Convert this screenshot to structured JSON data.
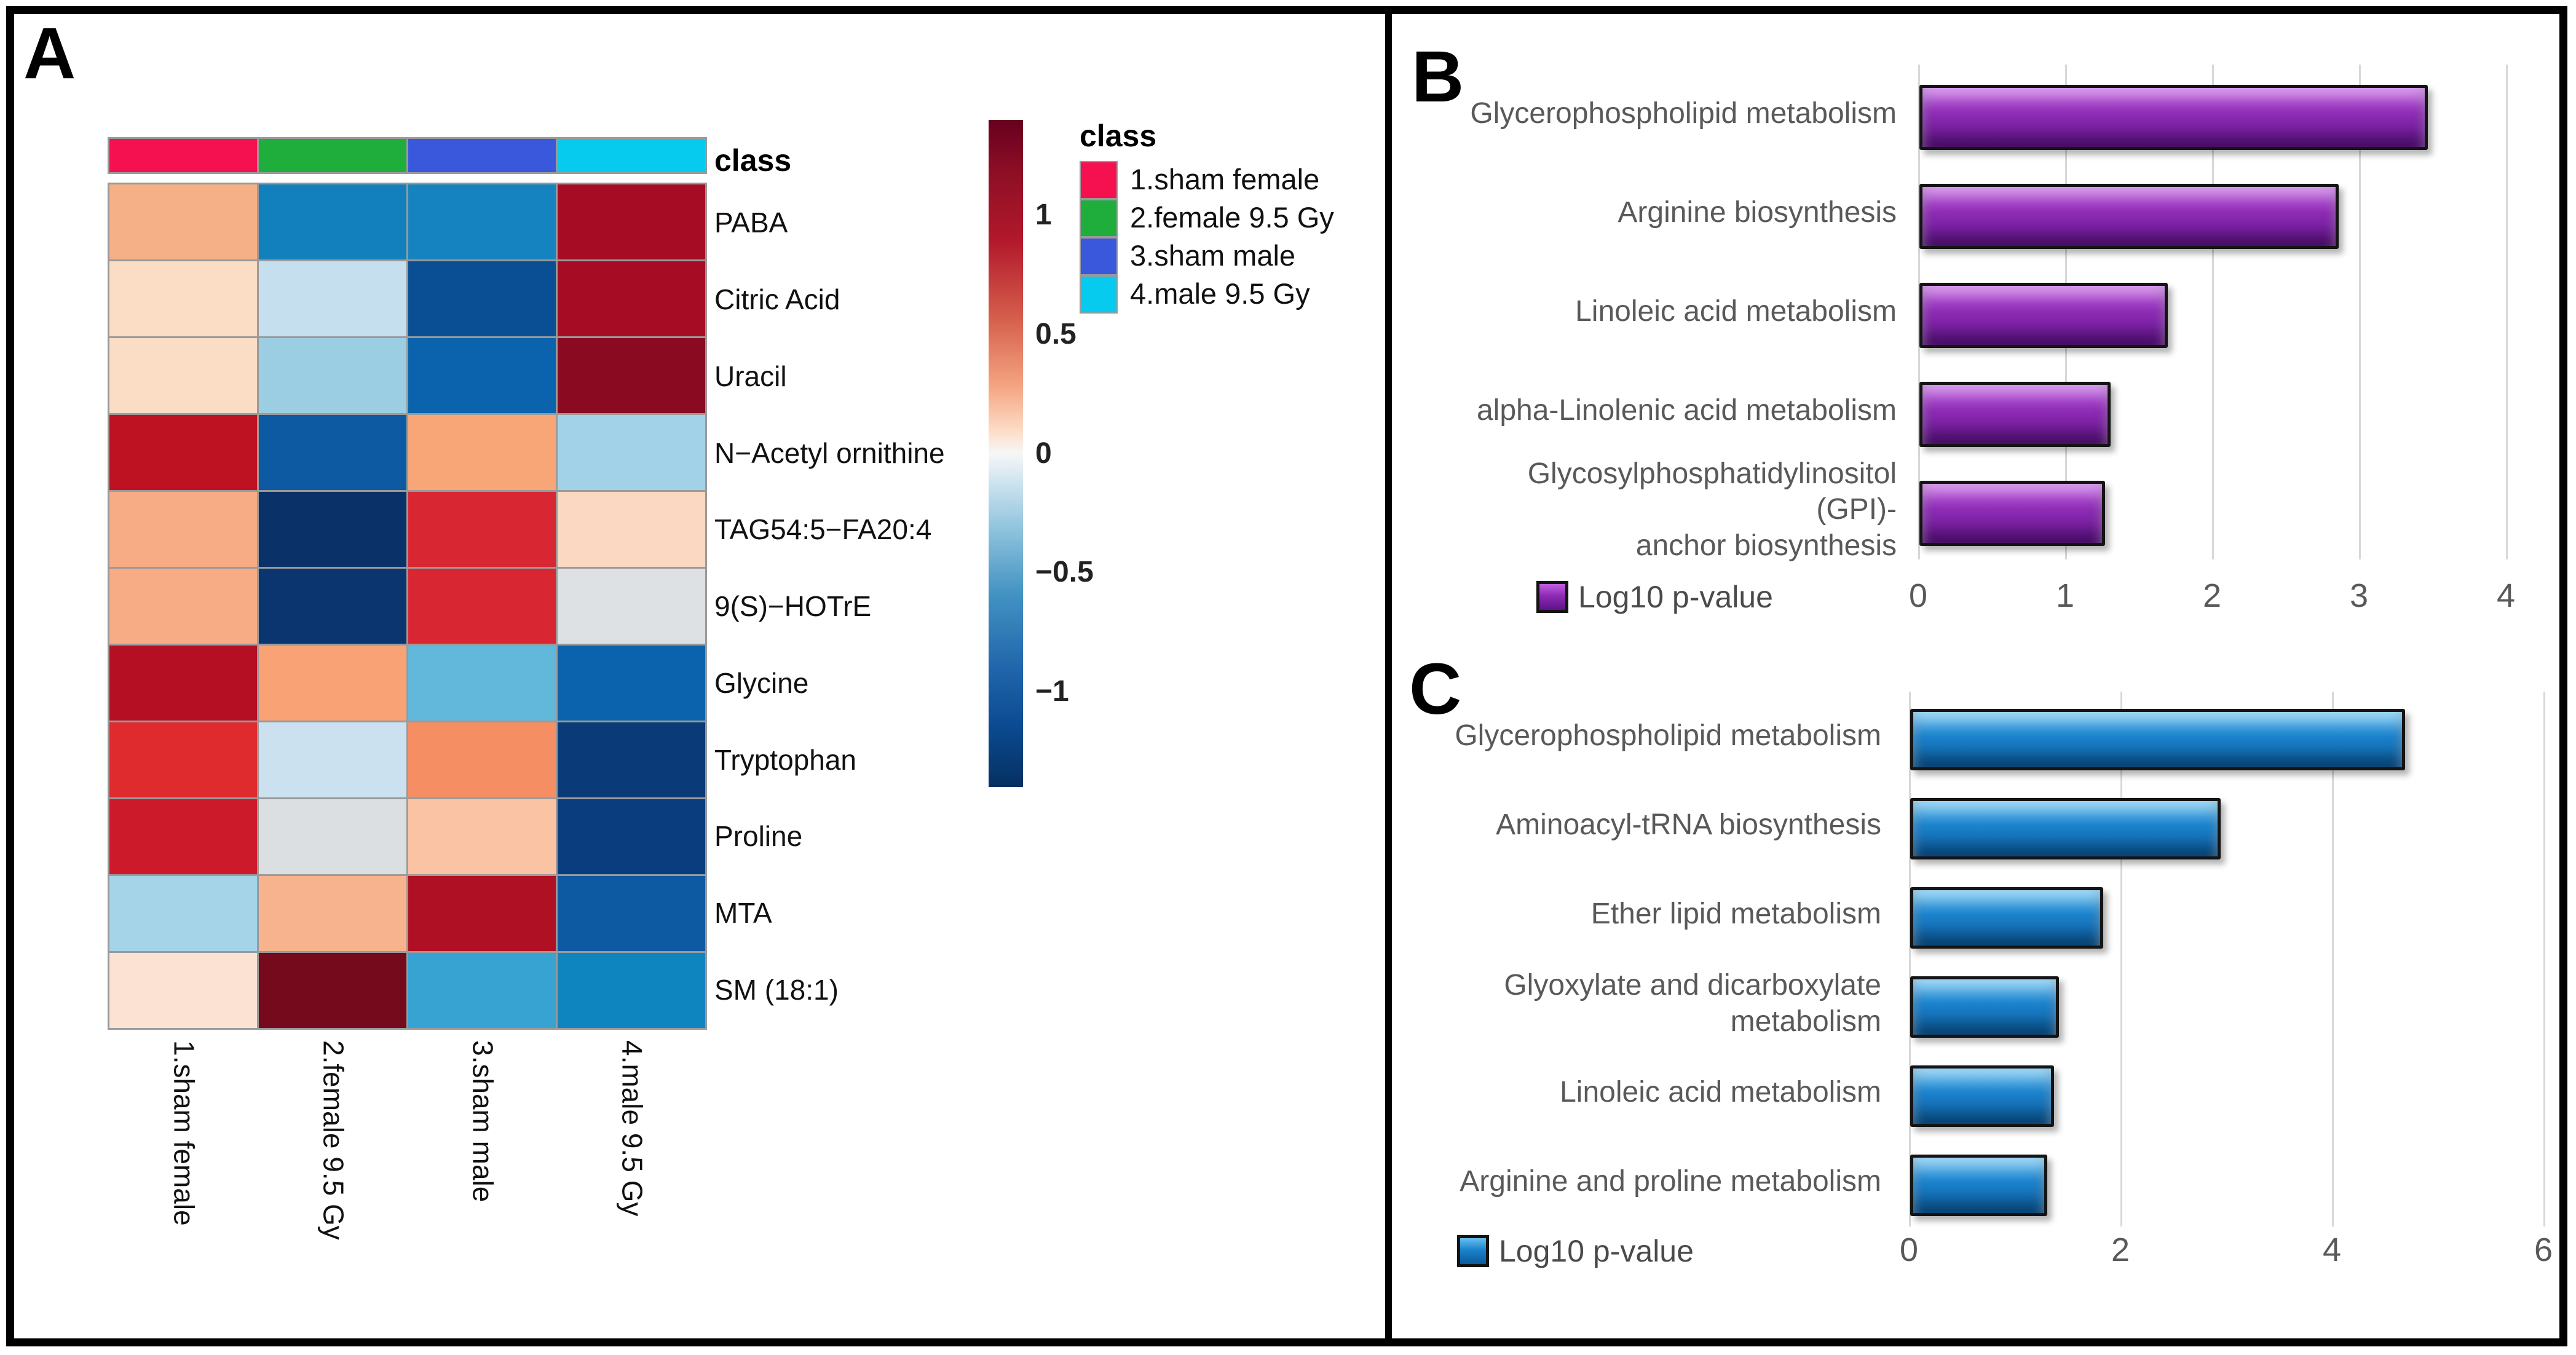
{
  "figure": {
    "panel_a_label": "A",
    "panel_b_label": "B",
    "panel_c_label": "C"
  },
  "chart_data": [
    {
      "type": "heatmap",
      "panel": "A",
      "annotation_title": "class",
      "columns": [
        "1.sham female",
        "2.female 9.5 Gy",
        "3.sham male",
        "4.male 9.5 Gy"
      ],
      "column_class_colors": [
        "#F5114F",
        "#1FAD3C",
        "#3A58DB",
        "#06CBEF"
      ],
      "rows": [
        "PABA",
        "Citric Acid",
        "Uracil",
        "N−Acetyl ornithine",
        "TAG54:5−FA20:4",
        "9(S)−HOTrE",
        "Glycine",
        "Tryptophan",
        "Proline",
        "MTA",
        "SM (18:1)"
      ],
      "matrix_values": [
        [
          0.5,
          -0.8,
          -0.8,
          1.2
        ],
        [
          0.3,
          -0.2,
          -1.1,
          1.2
        ],
        [
          0.3,
          -0.4,
          -0.95,
          1.3
        ],
        [
          1.05,
          -1.0,
          0.55,
          -0.4
        ],
        [
          0.5,
          -1.3,
          0.85,
          0.3
        ],
        [
          0.5,
          -1.3,
          0.85,
          0.0
        ],
        [
          1.1,
          0.55,
          -0.6,
          -0.95
        ],
        [
          0.85,
          -0.2,
          0.6,
          -1.2
        ],
        [
          0.95,
          -0.05,
          0.4,
          -1.2
        ],
        [
          -0.4,
          0.5,
          1.1,
          -1.0
        ],
        [
          0.2,
          1.35,
          -0.7,
          -0.8
        ]
      ],
      "matrix_colors": [
        [
          "#F6B088",
          "#1380BE",
          "#1583C0",
          "#A60D25"
        ],
        [
          "#FBDCC5",
          "#C6DFEE",
          "#0A4E94",
          "#A60D25"
        ],
        [
          "#FBDCC5",
          "#9CCEE3",
          "#0A63AC",
          "#8A0B21"
        ],
        [
          "#BE1222",
          "#0D59A2",
          "#F8A678",
          "#A2D2E7"
        ],
        [
          "#F7AC85",
          "#0A3168",
          "#D92633",
          "#FBD8C2"
        ],
        [
          "#F7AC85",
          "#0A356E",
          "#D92633",
          "#DDE1E3"
        ],
        [
          "#B40F23",
          "#F8A275",
          "#62B8DB",
          "#0A63AC"
        ],
        [
          "#DF2B2E",
          "#CBE1EF",
          "#F68E64",
          "#0A3A77"
        ],
        [
          "#CD1A2A",
          "#DCDFE1",
          "#FAC4A4",
          "#0A3D7D"
        ],
        [
          "#A5D3E8",
          "#F7B38D",
          "#B01023",
          "#0D59A2"
        ],
        [
          "#FBE2D3",
          "#750A1C",
          "#36A3D2",
          "#0F85C0"
        ]
      ],
      "colorbar": {
        "tick_labels": [
          "1",
          "0.5",
          "0",
          "−0.5",
          "−1"
        ],
        "tick_values": [
          1,
          0.5,
          0,
          -0.5,
          -1
        ],
        "domain": [
          -1.4,
          1.4
        ]
      },
      "legend": {
        "title": "class",
        "items": [
          {
            "label": "1.sham female",
            "color": "#F5114F"
          },
          {
            "label": "2.female 9.5 Gy",
            "color": "#1FAD3C"
          },
          {
            "label": "3.sham male",
            "color": "#3A58DB"
          },
          {
            "label": "4.male 9.5 Gy",
            "color": "#06CBEF"
          }
        ]
      }
    },
    {
      "type": "bar",
      "panel": "B",
      "orientation": "horizontal",
      "legend_label": "Log10 p-value",
      "bar_color": "#8D2BB5",
      "bar_color_light": "#C05FE0",
      "bar_color_dark": "#5F1188",
      "categories": [
        "Glycerophospholipid metabolism",
        "Arginine biosynthesis",
        "Linoleic acid metabolism",
        "alpha-Linolenic acid metabolism",
        "Glycosylphosphatidylinositol (GPI)-\nanchor biosynthesis"
      ],
      "values": [
        3.42,
        2.81,
        1.65,
        1.26,
        1.22
      ],
      "xlabel": "",
      "xlim": [
        0,
        4
      ],
      "xticks": [
        0,
        1,
        2,
        3,
        4
      ],
      "grid": true,
      "legend_position": "bottom-left"
    },
    {
      "type": "bar",
      "panel": "C",
      "orientation": "horizontal",
      "legend_label": "Log10 p-value",
      "bar_color": "#1B82CC",
      "bar_color_light": "#66BFF0",
      "bar_color_dark": "#0A5A9C",
      "categories": [
        "Glycerophospholipid metabolism",
        "Aminoacyl-tRNA biosynthesis",
        "Ether lipid metabolism",
        "Glyoxylate and dicarboxylate\nmetabolism",
        "Linoleic acid metabolism",
        "Arginine and proline metabolism"
      ],
      "values": [
        4.62,
        2.88,
        1.77,
        1.35,
        1.3,
        1.24
      ],
      "xlabel": "",
      "xlim": [
        0,
        6
      ],
      "xticks": [
        0,
        2,
        4,
        6
      ],
      "grid": true,
      "legend_position": "bottom-left"
    }
  ]
}
